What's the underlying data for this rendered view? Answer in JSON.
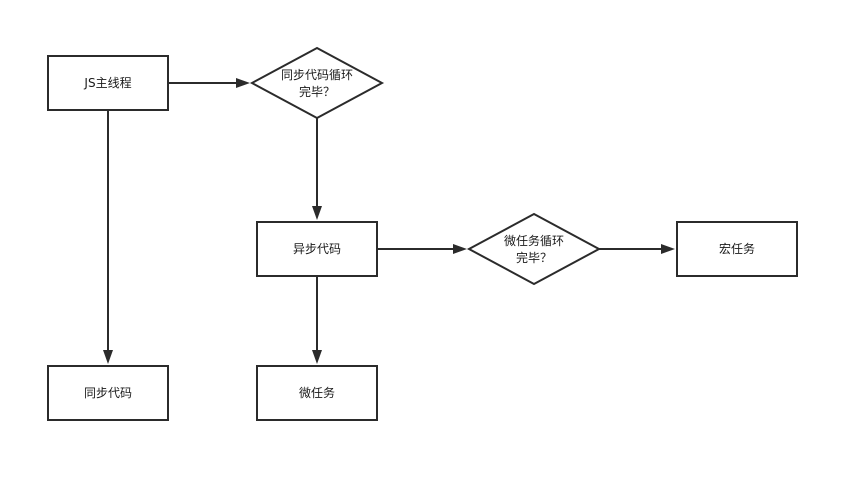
{
  "diagram": {
    "nodes": {
      "js_main_thread": {
        "label": "JS主线程"
      },
      "sync_done": {
        "line1": "同步代码循环",
        "line2": "完毕？"
      },
      "sync_code": {
        "label": "同步代码"
      },
      "async_code": {
        "label": "异步代码"
      },
      "micro_done": {
        "line1": "微任务循环",
        "line2": "完毕？"
      },
      "macro_task": {
        "label": "宏任务"
      },
      "micro_task": {
        "label": "微任务"
      }
    },
    "colors": {
      "stroke": "#2b2b2b",
      "fill": "#ffffff",
      "text": "#1a1a1a"
    }
  }
}
